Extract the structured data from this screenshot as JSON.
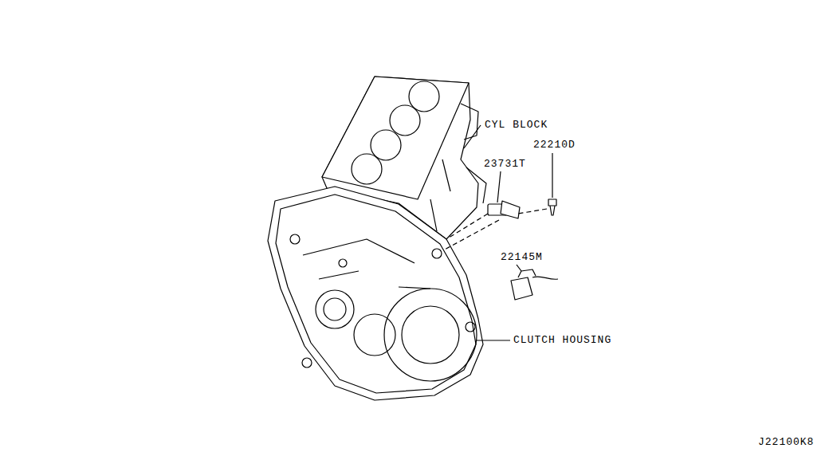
{
  "diagram": {
    "labels": [
      "CYL BLOCK",
      "22210D",
      "23731T",
      "22145M",
      "CLUTCH HOUSING",
      "J22100K8"
    ]
  }
}
